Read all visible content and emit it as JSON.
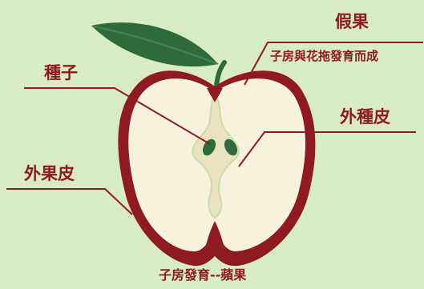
{
  "diagram": {
    "caption": "子房發育--蘋果",
    "labels": {
      "false_fruit": "假果",
      "false_fruit_note": "子房與花拖發育而成",
      "seed": "種子",
      "seed_coat": "外種皮",
      "peel": "外果皮"
    },
    "colors": {
      "background": "#d9ebc4",
      "peel": "#8e1b22",
      "flesh": "#f7f2dd",
      "core": "#e9e2bf",
      "core_outline": "#c8dca8",
      "seed": "#2d6a3c",
      "leaf": "#2f6b3a",
      "stem": "#2e6a37",
      "label_text": "#8e1b22"
    }
  }
}
